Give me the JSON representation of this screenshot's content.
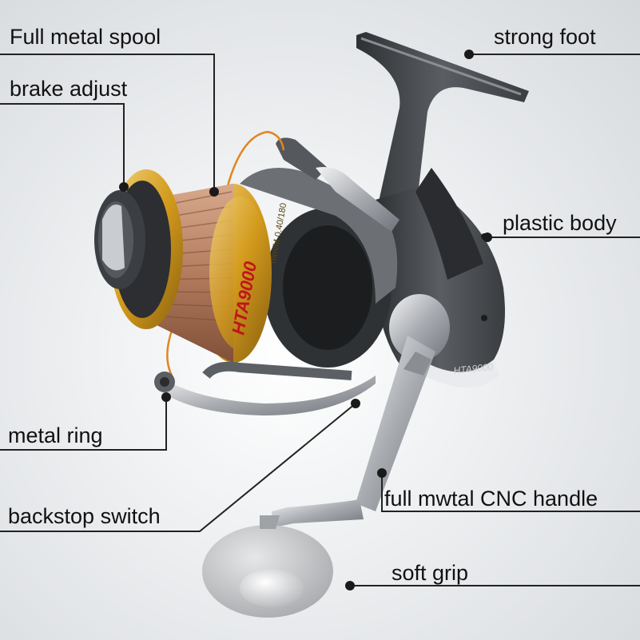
{
  "callouts": {
    "full_metal_spool": "Full metal spool",
    "brake_adjust": "brake adjust",
    "strong_foot": "strong foot",
    "plastic_body": "plastic body",
    "metal_ring": "metal ring",
    "backstop_switch": "backstop switch",
    "full_metal_handle": "full mwtal CNC handle",
    "soft_grip": "soft grip"
  },
  "reel": {
    "model_spool": "HTA9000",
    "model_body": "HTA9000",
    "spool_spec_text": "mm/M 0.40/180"
  },
  "colors": {
    "background": "#e4e6e8",
    "spool_copper": "#b8866a",
    "spool_rim_gold": "#d9a92a",
    "body_gunmetal": "#4d5054",
    "handle_silver": "#b9bcc0",
    "grip_grey": "#c9cbcd",
    "line_orange": "#e0861e",
    "callout_line": "#222222"
  }
}
